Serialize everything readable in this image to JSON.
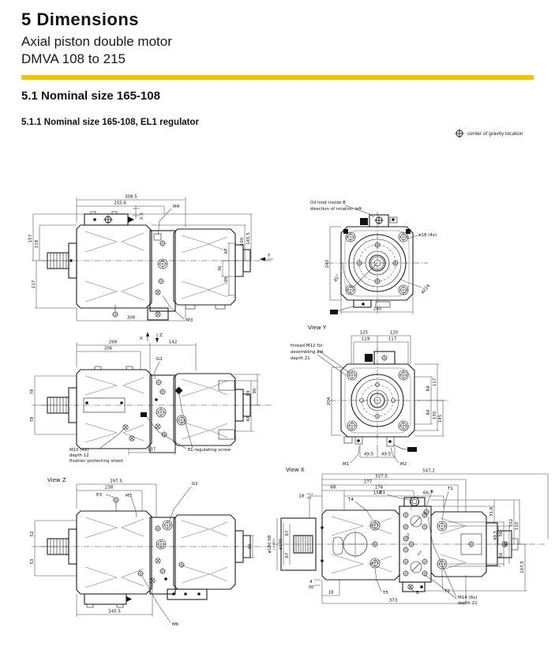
{
  "header": {
    "title": "5 Dimensions",
    "subtitle1": "Axial piston double motor",
    "subtitle2": "DMVA 108 to 215",
    "section": "5.1 Nominal size 165-108",
    "subsection": "5.1.1 Nominal size 165-108, EL1 regulator"
  },
  "colors": {
    "accent": "#F2C300",
    "line": "#1c1c1c"
  },
  "legend": {
    "icon": "center-of-gravity",
    "label": "center of gravity location"
  },
  "d1": {
    "t1": "308.5",
    "t2": "255.6",
    "t3": "3.3",
    "l1": "157",
    "l2": "118",
    "l3": "117",
    "r1": "100",
    "r2": "145.5",
    "r3": "47",
    "r4": "36",
    "r5": "99",
    "b1": "306",
    "m4": "M4",
    "m3": "M3",
    "y": "Y"
  },
  "d2": {
    "n1": "Oil inlet inside B",
    "n2": "direction of rotation left",
    "h": "240",
    "ang": "45°",
    "bolt": "ø18 (4x)",
    "dia": "ø224",
    "w": "245"
  },
  "d3": {
    "ax": "X",
    "az": "Z",
    "t1": "268",
    "t2": "206",
    "t3": "142",
    "g2": "G2",
    "l1": "78",
    "l2": "78",
    "r1": "69",
    "r2": "90",
    "r3": "68",
    "b1": "137",
    "n1": "M10 (4x)",
    "n2": "depth 12",
    "n3": "fixation protecting sheet",
    "el": "EL-regulating screw"
  },
  "d4": {
    "cap": "View Y",
    "n1": "thread M12 for",
    "n2": "assembling aid",
    "n3": "depth 21",
    "t1": "125",
    "t2": "120",
    "t3": "119",
    "t4": "117",
    "l1": "204",
    "r1": "117",
    "r2": "84",
    "r3": "84",
    "r4": "130",
    "r5": "145",
    "b1": "49.5",
    "b2": "49.5",
    "m1": "M1",
    "m2": "M2"
  },
  "d5": {
    "cap": "View Z",
    "t1": "297.5",
    "t2": "238",
    "e3": "E3",
    "m5": "M5",
    "g1": "G1",
    "m6": "M6",
    "l1": "52",
    "l2": "53",
    "r1": "40",
    "b1": "245.5"
  },
  "d6": {
    "cap": "View X",
    "t1": "547,2",
    "t2": "327,5",
    "t3": "277",
    "t4": "68",
    "t5": "176",
    "t6": "18",
    "t6a": "+0,2",
    "t6b": "-0,1",
    "t7": "158",
    "t8": "66,7",
    "s1": "ø180 h8",
    "s1a": "(-0,063)",
    "s2": "ø140",
    "s3": "67",
    "s4": "67",
    "c1": "ø14",
    "c2": "ø24",
    "r1": "31,8",
    "r2": "102",
    "r3": "110",
    "r4": "49,5",
    "r5": "56",
    "r6": "99",
    "r7": "56",
    "r8": "107,5",
    "b1": "4",
    "b2": "30",
    "b3": "18",
    "b4": "373",
    "pt4": "T4",
    "pe1": "E1",
    "pa": "A",
    "pt1": "T1",
    "pt5": "T5",
    "pb": "B",
    "pt2": "T2",
    "m14a": "M14 (8x)",
    "m14b": "depth 21"
  }
}
